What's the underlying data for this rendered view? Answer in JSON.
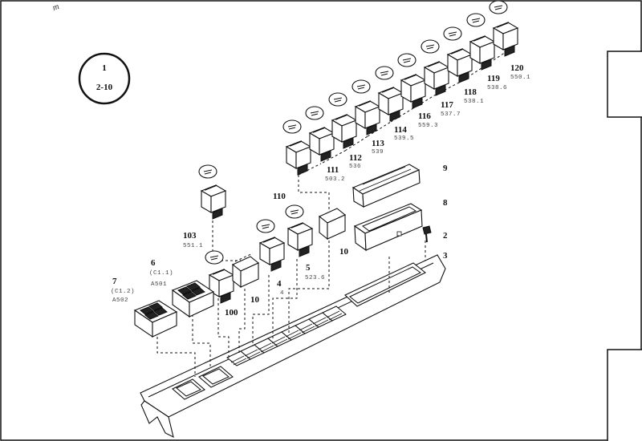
{
  "badge": {
    "top": "1",
    "bottom": "2-10"
  },
  "header_mark": "m",
  "labels": {
    "p2": "2",
    "p3": "3",
    "p4": "4",
    "p4_code": "4",
    "p5": "5",
    "p5_code": "523.6",
    "p6": "6",
    "p6_code1": "(C1.1)",
    "p6_code2": "A501",
    "p7": "7",
    "p7_code1": "(C1.2)",
    "p7_code2": "A502",
    "p8": "8",
    "p9": "9",
    "p10a": "10",
    "p10b": "10",
    "p100": "100",
    "p103": "103",
    "p103_code": "551.1",
    "p110": "110",
    "p111": "111",
    "p111_code": "503.2",
    "p112": "112",
    "p112_code": "536",
    "p113": "113",
    "p113_code": "539",
    "p114": "114",
    "p114_code": "539.5",
    "p116": "116",
    "p116_code": "559.3",
    "p117": "117",
    "p117_code": "537.7",
    "p118": "118",
    "p118_code": "538.1",
    "p119": "119",
    "p119_code": "538.6",
    "p120": "120",
    "p120_code": "550.1"
  },
  "colors": {
    "ink": "#111111",
    "paper": "#ffffff"
  }
}
